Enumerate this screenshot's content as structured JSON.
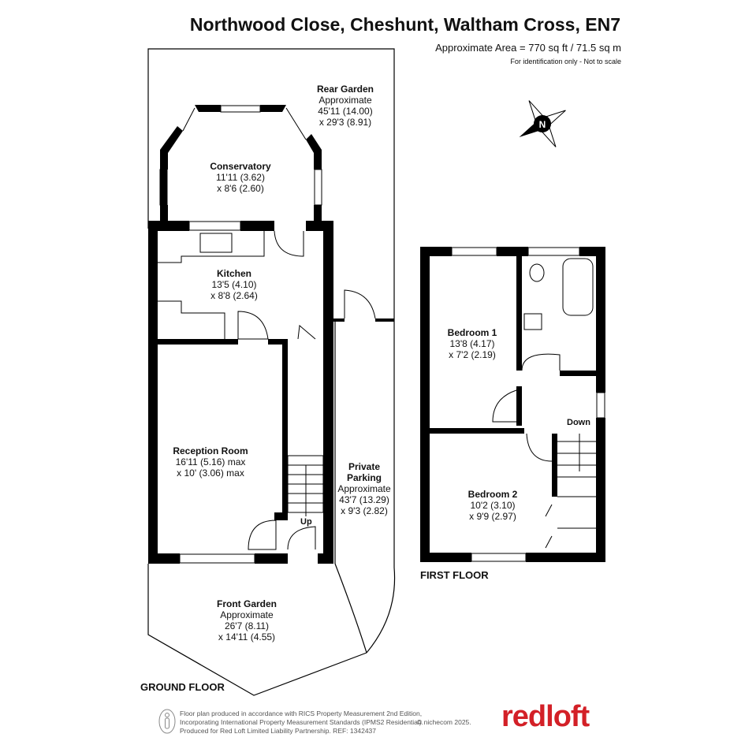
{
  "header": {
    "title": "Northwood Close, Cheshunt, Waltham Cross, EN7",
    "area": "Approximate Area = 770 sq ft / 71.5 sq m",
    "disclaimer": "For identification only - Not to scale"
  },
  "compass": {
    "label": "N"
  },
  "ground_floor": {
    "label": "GROUND FLOOR",
    "rooms": {
      "rear_garden": {
        "name": "Rear Garden",
        "l1": "Approximate",
        "l2": "45'11 (14.00)",
        "l3": "x 29'3 (8.91)"
      },
      "conservatory": {
        "name": "Conservatory",
        "l1": "11'11 (3.62)",
        "l2": "x 8'6 (2.60)"
      },
      "kitchen": {
        "name": "Kitchen",
        "l1": "13'5 (4.10)",
        "l2": "x 8'8 (2.64)"
      },
      "reception": {
        "name": "Reception Room",
        "l1": "16'11 (5.16) max",
        "l2": "x 10' (3.06) max"
      },
      "parking": {
        "name1": "Private",
        "name2": "Parking",
        "l1": "Approximate",
        "l2": "43'7 (13.29)",
        "l3": "x 9'3 (2.82)"
      },
      "front_garden": {
        "name": "Front Garden",
        "l1": "Approximate",
        "l2": "26'7 (8.11)",
        "l3": "x 14'11 (4.55)"
      }
    },
    "stairs_label": "Up"
  },
  "first_floor": {
    "label": "FIRST FLOOR",
    "rooms": {
      "bedroom1": {
        "name": "Bedroom 1",
        "l1": "13'8 (4.17)",
        "l2": "x 7'2 (2.19)"
      },
      "bedroom2": {
        "name": "Bedroom 2",
        "l1": "10'2 (3.10)",
        "l2": "x 9'9 (2.97)"
      }
    },
    "stairs_label": "Down"
  },
  "footer": {
    "line1": "Floor plan produced in accordance with RICS Property Measurement 2nd Edition,",
    "line2": "Incorporating International Property Measurement Standards (IPMS2 Residential).",
    "line3": "Produced for Red Loft Limited Liability Partnership.   REF: 1342437",
    "copyright": "© nichecom 2025.",
    "logo": "redloft"
  },
  "colors": {
    "wall": "#000000",
    "brand": "#d32027"
  }
}
